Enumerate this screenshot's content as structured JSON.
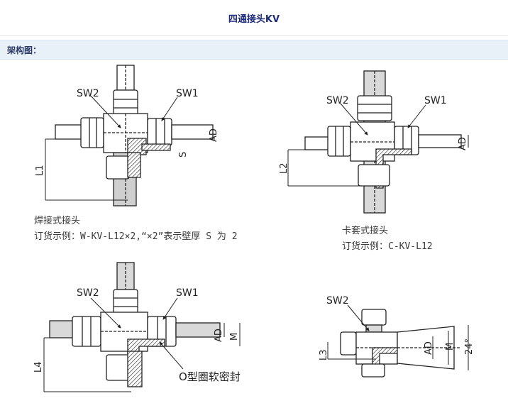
{
  "page": {
    "title": "四通接头KV",
    "section_label": "架构图："
  },
  "figures": {
    "welded": {
      "sw2": "SW2",
      "sw1": "SW1",
      "dim_ad": "AD",
      "dim_s": "S",
      "dim_l": "L1",
      "caption_title": "焊接式接头",
      "caption_example": "订货示例：W-KV-L12×2,“×2”表示壁厚 S 为 2"
    },
    "ferrule": {
      "sw2": "SW2",
      "sw1": "SW1",
      "dim_ad": "AD",
      "dim_l": "L2",
      "caption_title": "卡套式接头",
      "caption_example": "订货示例：C-KV-L12"
    },
    "oring": {
      "sw2": "SW2",
      "sw1": "SW1",
      "dim_ad": "AD",
      "dim_m": "M",
      "dim_l": "L4",
      "seal_label": "O型圈软密封"
    },
    "cone": {
      "sw2": "SW2",
      "dim_ad": "AD",
      "dim_m": "M",
      "dim_angle": "24°",
      "dim_l": "L3"
    }
  }
}
